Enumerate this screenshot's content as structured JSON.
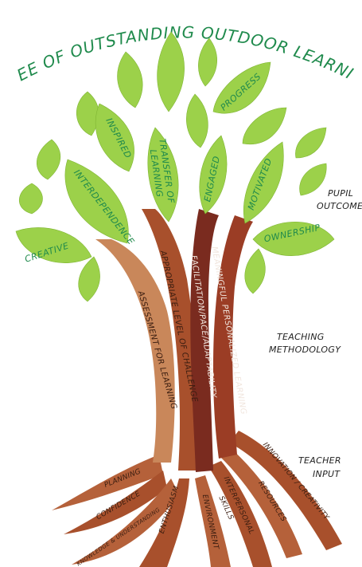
{
  "title": "TREE OF OUTSTANDING OUTDOOR LEARNING",
  "colors": {
    "leaf": "#9cd14a",
    "leaf_text": "#1f8a4c",
    "trunk_light": "#c9875a",
    "trunk_mid": "#a8502c",
    "trunk_dark": "#7a2b1f",
    "root": "#b5613a"
  },
  "pupil_outcomes": {
    "label_line1": "PUPIL",
    "label_line2": "OUTCOMES",
    "leaves": [
      "CREATIVE",
      "INTERDEPENDENCE",
      "INSPIRED",
      "TRANSFER OF",
      "LEARNING",
      "ENGAGED",
      "MOTIVATED",
      "PROGRESS",
      "OWNERSHIP"
    ]
  },
  "teaching_methodology": {
    "label_line1": "TEACHING",
    "label_line2": "METHODOLOGY",
    "branches": [
      "ASSESSMENT FOR LEARNING",
      "APPROPRIATE LEVEL OF CHALLENGE",
      "FACILITATION/PACE/ADAPTABILITY",
      "MEANINGFUL PERSONALIZED LEARNING"
    ]
  },
  "teacher_input": {
    "label_line1": "TEACHER",
    "label_line2": "INPUT",
    "roots": [
      "PLANNING",
      "CONFIDENCE",
      "KNOWLEDGE & UNDERSTANDING",
      "ENTHUSIASM",
      "ENVIRONMENT",
      "INTERPERSONAL",
      "SKILLS",
      "RESOURCES",
      "INNOVATION / CREATIVITY"
    ]
  }
}
